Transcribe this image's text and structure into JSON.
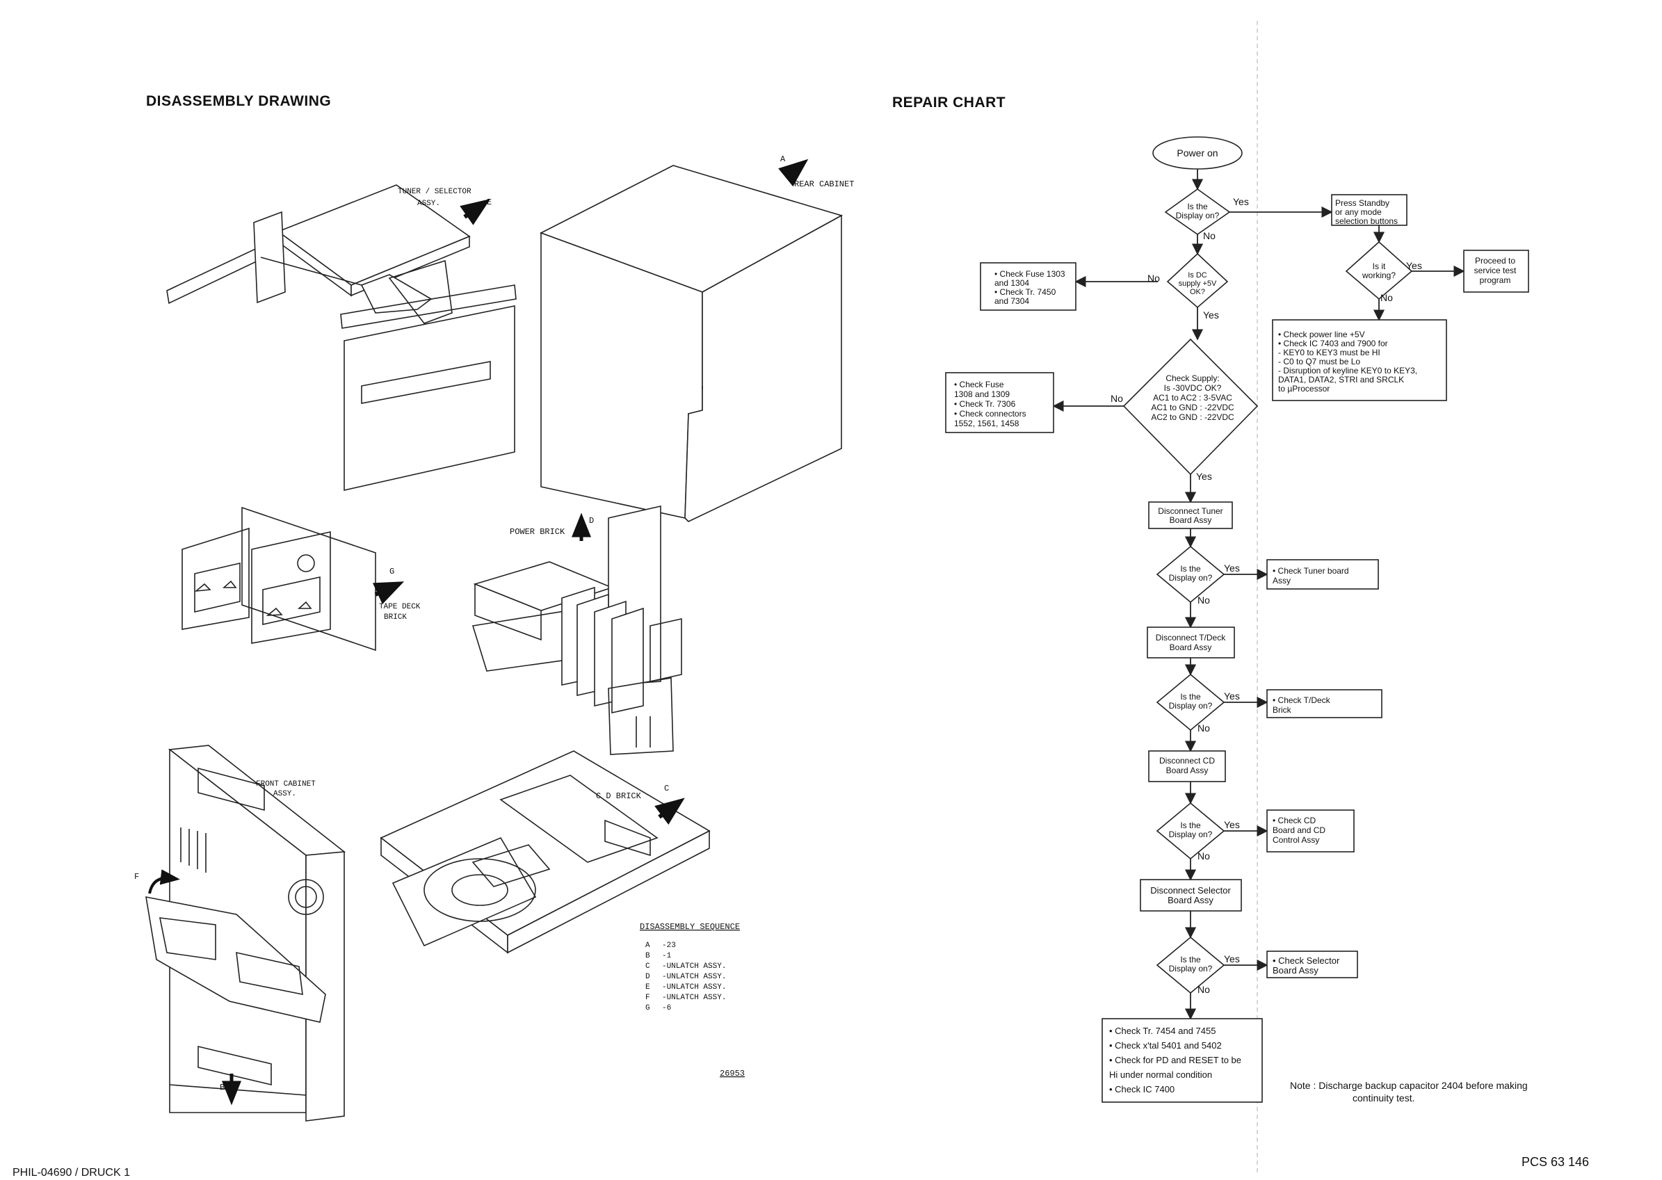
{
  "page": {
    "left_heading": "DISASSEMBLY DRAWING",
    "right_heading": "REPAIR CHART",
    "footer_left": "PHIL-04690 / DRUCK 1",
    "footer_right": "PCS 63 146"
  },
  "disassembly": {
    "labels": {
      "tuner_line1": "TUNER / SELECTOR",
      "tuner_line2": "ASSY.",
      "marker_e": "E",
      "marker_a": "A",
      "rear_cabinet": "REAR CABINET",
      "power_brick": "POWER BRICK",
      "marker_d": "D",
      "marker_g": "G",
      "tape_line1": "TAPE DECK",
      "tape_line2": "BRICK",
      "front_line1": "FRONT CABINET",
      "front_line2": "ASSY.",
      "marker_f": "F",
      "cd_brick": "C D BRICK",
      "marker_c": "C",
      "marker_b": "B",
      "drawing_no": "26953"
    },
    "sequence_title": "DISASSEMBLY SEQUENCE",
    "sequence": [
      {
        "key": "A",
        "value": "-23"
      },
      {
        "key": "B",
        "value": "-1"
      },
      {
        "key": "C",
        "value": "-UNLATCH ASSY."
      },
      {
        "key": "D",
        "value": "-UNLATCH ASSY."
      },
      {
        "key": "E",
        "value": "-UNLATCH ASSY."
      },
      {
        "key": "F",
        "value": "-UNLATCH ASSY."
      },
      {
        "key": "G",
        "value": "-6"
      }
    ]
  },
  "flowchart": {
    "start": "Power on",
    "d1": [
      "Is the",
      "Display on?"
    ],
    "press_standby": [
      "Press Standby",
      "or any mode",
      "selection buttons"
    ],
    "d_working": [
      "Is it",
      "working?"
    ],
    "proceed": [
      "Proceed to",
      "service test",
      "program"
    ],
    "check_power": [
      "• Check power line +5V",
      "• Check IC 7403 and 7900 for",
      "  - KEY0 to KEY3 must be HI",
      "  - C0 to Q7 must be Lo",
      "  - Disruption of keyline KEY0 to KEY3,",
      "    DATA1, DATA2, STRI and SRCLK",
      "    to µProcessor"
    ],
    "d_dc": [
      "Is DC",
      "supply +5V",
      "OK?"
    ],
    "check_fuse_a": [
      "• Check Fuse 1303",
      "  and 1304",
      "• Check Tr. 7450",
      "  and 7304"
    ],
    "d_supply": [
      "Check Supply:",
      "Is -30VDC OK?",
      "AC1 to AC2  : 3-5VAC",
      "AC1 to GND  : -22VDC",
      "AC2 to GND  : -22VDC"
    ],
    "check_fuse_b": [
      "• Check Fuse",
      "  1308 and 1309",
      "• Check Tr. 7306",
      "• Check connectors",
      "  1552, 1561, 1458"
    ],
    "disc_tuner": [
      "Disconnect Tuner",
      "Board Assy"
    ],
    "d_tuner": [
      "Is the",
      "Display on?"
    ],
    "chk_tuner": [
      "• Check Tuner board",
      "  Assy"
    ],
    "disc_tdeck": [
      "Disconnect T/Deck",
      "Board Assy"
    ],
    "d_tdeck": [
      "Is the",
      "Display on?"
    ],
    "chk_tdeck": [
      "• Check T/Deck",
      "  Brick"
    ],
    "disc_cd": [
      "Disconnect CD",
      "Board Assy"
    ],
    "d_cd": [
      "Is the",
      "Display on?"
    ],
    "chk_cd": [
      "• Check CD",
      "  Board and CD",
      "  Control Assy"
    ],
    "disc_sel": [
      "Disconnect Selector",
      "Board Assy"
    ],
    "d_sel": [
      "Is the",
      "Display on?"
    ],
    "chk_sel": [
      "• Check Selector",
      "  Board Assy"
    ],
    "final": [
      "• Check Tr. 7454 and 7455",
      "• Check x'tal 5401 and 5402",
      "• Check for PD and RESET to be",
      "  Hi under normal condition",
      "• Check IC 7400"
    ],
    "yes": "Yes",
    "no": "No",
    "note_line1": "Note  :  Discharge backup capacitor 2404 before making",
    "note_line2": "continuity test."
  }
}
